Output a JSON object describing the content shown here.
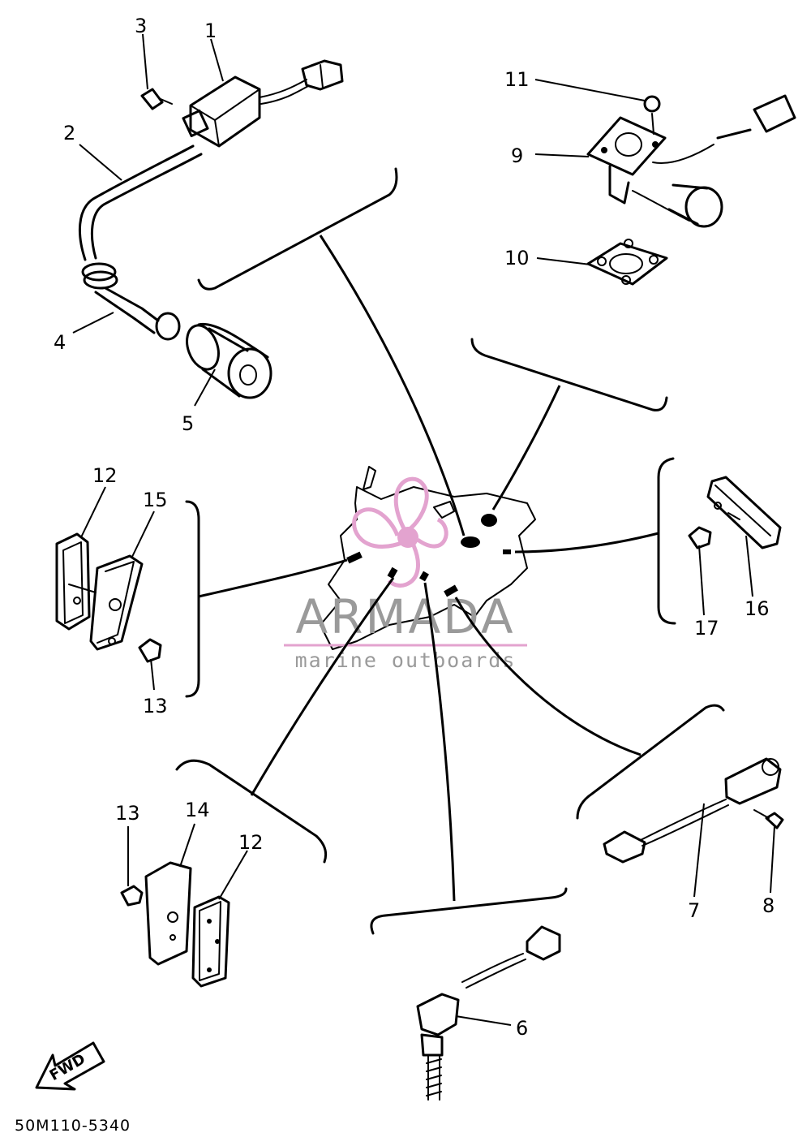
{
  "watermark": {
    "brand": "ARMADA",
    "tagline": "marine outboards",
    "accent_color": "#e3a3cf",
    "text_color": "#9a9a9a"
  },
  "callouts": [
    "1",
    "2",
    "3",
    "4",
    "5",
    "6",
    "7",
    "8",
    "9",
    "10",
    "11",
    "12",
    "12",
    "13",
    "13",
    "14",
    "15",
    "16",
    "17"
  ],
  "fwd_label": "FWD",
  "diagram_code": "50M110-5340"
}
